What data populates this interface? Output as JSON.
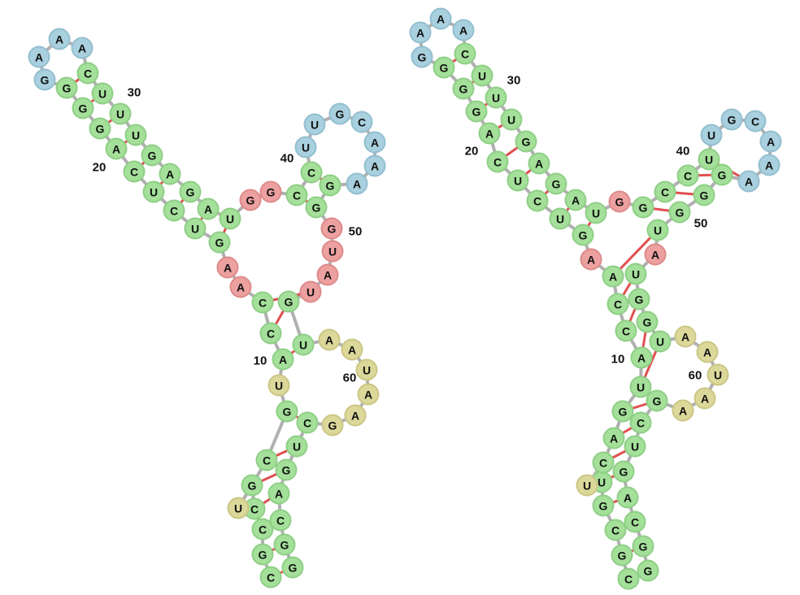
{
  "colors": {
    "stem": "#a4e09a",
    "stem_stroke": "#8fcf86",
    "hairpin": "#a9d0de",
    "hairpin_stroke": "#93bfd0",
    "multiloop": "#eda0a0",
    "multiloop_stroke": "#de8a8a",
    "interior": "#dcd89a",
    "interior_stroke": "#cbc685",
    "backbone": "#b0b0b0",
    "pair": "#e05050"
  },
  "structures": [
    {
      "name": "structure-left",
      "nucleotides": [
        {
          "i": 1,
          "b": "C",
          "t": "stem"
        },
        {
          "i": 2,
          "b": "G",
          "t": "stem"
        },
        {
          "i": 3,
          "b": "C",
          "t": "stem"
        },
        {
          "i": 4,
          "b": "C",
          "t": "stem"
        },
        {
          "i": 5,
          "b": "G",
          "t": "stem"
        },
        {
          "i": 6,
          "b": "U",
          "t": "interior"
        },
        {
          "i": 7,
          "b": "C",
          "t": "stem"
        },
        {
          "i": 8,
          "b": "G",
          "t": "stem"
        },
        {
          "i": 9,
          "b": "U",
          "t": "interior"
        },
        {
          "i": 10,
          "b": "A",
          "t": "stem"
        },
        {
          "i": 11,
          "b": "C",
          "t": "stem"
        },
        {
          "i": 12,
          "b": "C",
          "t": "stem"
        },
        {
          "i": 13,
          "b": "A",
          "t": "multiloop"
        },
        {
          "i": 14,
          "b": "A",
          "t": "multiloop"
        },
        {
          "i": 15,
          "b": "G",
          "t": "stem"
        },
        {
          "i": 16,
          "b": "U",
          "t": "stem"
        },
        {
          "i": 17,
          "b": "C",
          "t": "stem"
        },
        {
          "i": 18,
          "b": "U",
          "t": "stem"
        },
        {
          "i": 19,
          "b": "C",
          "t": "stem"
        },
        {
          "i": 20,
          "b": "A",
          "t": "stem"
        },
        {
          "i": 21,
          "b": "G",
          "t": "stem"
        },
        {
          "i": 22,
          "b": "G",
          "t": "stem"
        },
        {
          "i": 23,
          "b": "G",
          "t": "stem"
        },
        {
          "i": 24,
          "b": "G",
          "t": "hairpin"
        },
        {
          "i": 25,
          "b": "A",
          "t": "hairpin"
        },
        {
          "i": 26,
          "b": "A",
          "t": "hairpin"
        },
        {
          "i": 27,
          "b": "A",
          "t": "hairpin"
        },
        {
          "i": 28,
          "b": "C",
          "t": "stem"
        },
        {
          "i": 29,
          "b": "U",
          "t": "stem"
        },
        {
          "i": 30,
          "b": "U",
          "t": "stem"
        },
        {
          "i": 31,
          "b": "U",
          "t": "stem"
        },
        {
          "i": 32,
          "b": "G",
          "t": "stem"
        },
        {
          "i": 33,
          "b": "A",
          "t": "stem"
        },
        {
          "i": 34,
          "b": "G",
          "t": "stem"
        },
        {
          "i": 35,
          "b": "A",
          "t": "stem"
        },
        {
          "i": 36,
          "b": "U",
          "t": "stem"
        },
        {
          "i": 37,
          "b": "G",
          "t": "multiloop"
        },
        {
          "i": 38,
          "b": "G",
          "t": "multiloop"
        },
        {
          "i": 39,
          "b": "C",
          "t": "stem"
        },
        {
          "i": 40,
          "b": "C",
          "t": "stem"
        },
        {
          "i": 41,
          "b": "U",
          "t": "hairpin"
        },
        {
          "i": 42,
          "b": "U",
          "t": "hairpin"
        },
        {
          "i": 43,
          "b": "G",
          "t": "hairpin"
        },
        {
          "i": 44,
          "b": "C",
          "t": "hairpin"
        },
        {
          "i": 45,
          "b": "A",
          "t": "hairpin"
        },
        {
          "i": 46,
          "b": "A",
          "t": "hairpin"
        },
        {
          "i": 47,
          "b": "A",
          "t": "hairpin"
        },
        {
          "i": 48,
          "b": "G",
          "t": "stem"
        },
        {
          "i": 49,
          "b": "G",
          "t": "stem"
        },
        {
          "i": 50,
          "b": "G",
          "t": "multiloop"
        },
        {
          "i": 51,
          "b": "U",
          "t": "multiloop"
        },
        {
          "i": 52,
          "b": "A",
          "t": "multiloop"
        },
        {
          "i": 53,
          "b": "U",
          "t": "multiloop"
        },
        {
          "i": 54,
          "b": "G",
          "t": "stem"
        },
        {
          "i": 55,
          "b": "U",
          "t": "stem"
        },
        {
          "i": 56,
          "b": "A",
          "t": "interior"
        },
        {
          "i": 57,
          "b": "A",
          "t": "interior"
        },
        {
          "i": 58,
          "b": "U",
          "t": "interior"
        },
        {
          "i": 59,
          "b": "A",
          "t": "interior"
        },
        {
          "i": 60,
          "b": "A",
          "t": "interior"
        },
        {
          "i": 61,
          "b": "G",
          "t": "interior"
        },
        {
          "i": 62,
          "b": "C",
          "t": "stem"
        },
        {
          "i": 63,
          "b": "U",
          "t": "stem"
        },
        {
          "i": 64,
          "b": "G",
          "t": "stem"
        },
        {
          "i": 65,
          "b": "A",
          "t": "stem"
        },
        {
          "i": 66,
          "b": "C",
          "t": "stem"
        },
        {
          "i": 67,
          "b": "G",
          "t": "stem"
        },
        {
          "i": 68,
          "b": "G",
          "t": "stem"
        }
      ],
      "pairs": [
        [
          1,
          68
        ],
        [
          2,
          67
        ],
        [
          3,
          66
        ],
        [
          4,
          65
        ],
        [
          5,
          64
        ],
        [
          7,
          63
        ],
        [
          8,
          62
        ],
        [
          10,
          55
        ],
        [
          11,
          54
        ],
        [
          12,
          53
        ],
        [
          15,
          36
        ],
        [
          16,
          35
        ],
        [
          17,
          34
        ],
        [
          18,
          33
        ],
        [
          19,
          32
        ],
        [
          20,
          31
        ],
        [
          21,
          30
        ],
        [
          22,
          29
        ],
        [
          23,
          28
        ],
        [
          39,
          49
        ],
        [
          40,
          48
        ]
      ],
      "labels": [
        {
          "n": 10,
          "text": "10"
        },
        {
          "n": 20,
          "text": "20"
        },
        {
          "n": 30,
          "text": "30"
        },
        {
          "n": 40,
          "text": "40"
        },
        {
          "n": 50,
          "text": "50"
        },
        {
          "n": 60,
          "text": "60"
        }
      ]
    },
    {
      "name": "structure-right",
      "nucleotides": [
        {
          "i": 1,
          "b": "C",
          "t": "stem"
        },
        {
          "i": 2,
          "b": "G",
          "t": "stem"
        },
        {
          "i": 3,
          "b": "C",
          "t": "stem"
        },
        {
          "i": 4,
          "b": "G",
          "t": "stem"
        },
        {
          "i": 5,
          "b": "U",
          "t": "stem"
        },
        {
          "i": 6,
          "b": "U",
          "t": "interior"
        },
        {
          "i": 7,
          "b": "C",
          "t": "stem"
        },
        {
          "i": 8,
          "b": "A",
          "t": "stem"
        },
        {
          "i": 9,
          "b": "G",
          "t": "stem"
        },
        {
          "i": 10,
          "b": "U",
          "t": "stem"
        },
        {
          "i": 11,
          "b": "A",
          "t": "stem"
        },
        {
          "i": 12,
          "b": "C",
          "t": "stem"
        },
        {
          "i": 13,
          "b": "C",
          "t": "stem"
        },
        {
          "i": 14,
          "b": "A",
          "t": "stem"
        },
        {
          "i": 15,
          "b": "A",
          "t": "multiloop"
        },
        {
          "i": 16,
          "b": "G",
          "t": "stem"
        },
        {
          "i": 17,
          "b": "U",
          "t": "stem"
        },
        {
          "i": 18,
          "b": "C",
          "t": "stem"
        },
        {
          "i": 19,
          "b": "U",
          "t": "stem"
        },
        {
          "i": 20,
          "b": "C",
          "t": "stem"
        },
        {
          "i": 21,
          "b": "A",
          "t": "stem"
        },
        {
          "i": 22,
          "b": "G",
          "t": "stem"
        },
        {
          "i": 23,
          "b": "G",
          "t": "stem"
        },
        {
          "i": 24,
          "b": "G",
          "t": "stem"
        },
        {
          "i": 25,
          "b": "G",
          "t": "hairpin"
        },
        {
          "i": 26,
          "b": "A",
          "t": "hairpin"
        },
        {
          "i": 27,
          "b": "A",
          "t": "hairpin"
        },
        {
          "i": 28,
          "b": "A",
          "t": "hairpin"
        },
        {
          "i": 29,
          "b": "C",
          "t": "stem"
        },
        {
          "i": 30,
          "b": "U",
          "t": "stem"
        },
        {
          "i": 31,
          "b": "U",
          "t": "stem"
        },
        {
          "i": 32,
          "b": "U",
          "t": "stem"
        },
        {
          "i": 33,
          "b": "G",
          "t": "stem"
        },
        {
          "i": 34,
          "b": "A",
          "t": "stem"
        },
        {
          "i": 35,
          "b": "G",
          "t": "stem"
        },
        {
          "i": 36,
          "b": "A",
          "t": "stem"
        },
        {
          "i": 37,
          "b": "U",
          "t": "stem"
        },
        {
          "i": 38,
          "b": "G",
          "t": "multiloop"
        },
        {
          "i": 39,
          "b": "G",
          "t": "stem"
        },
        {
          "i": 40,
          "b": "C",
          "t": "stem"
        },
        {
          "i": 41,
          "b": "C",
          "t": "stem"
        },
        {
          "i": 42,
          "b": "U",
          "t": "stem"
        },
        {
          "i": 43,
          "b": "U",
          "t": "hairpin"
        },
        {
          "i": 44,
          "b": "G",
          "t": "hairpin"
        },
        {
          "i": 45,
          "b": "C",
          "t": "hairpin"
        },
        {
          "i": 46,
          "b": "A",
          "t": "hairpin"
        },
        {
          "i": 47,
          "b": "A",
          "t": "hairpin"
        },
        {
          "i": 48,
          "b": "A",
          "t": "hairpin"
        },
        {
          "i": 49,
          "b": "G",
          "t": "stem"
        },
        {
          "i": 50,
          "b": "G",
          "t": "stem"
        },
        {
          "i": 51,
          "b": "G",
          "t": "stem"
        },
        {
          "i": 52,
          "b": "U",
          "t": "stem"
        },
        {
          "i": 53,
          "b": "A",
          "t": "multiloop"
        },
        {
          "i": 54,
          "b": "U",
          "t": "stem"
        },
        {
          "i": 55,
          "b": "G",
          "t": "stem"
        },
        {
          "i": 56,
          "b": "G",
          "t": "stem"
        },
        {
          "i": 57,
          "b": "U",
          "t": "stem"
        },
        {
          "i": 58,
          "b": "A",
          "t": "interior"
        },
        {
          "i": 59,
          "b": "A",
          "t": "interior"
        },
        {
          "i": 60,
          "b": "U",
          "t": "interior"
        },
        {
          "i": 61,
          "b": "A",
          "t": "interior"
        },
        {
          "i": 62,
          "b": "A",
          "t": "interior"
        },
        {
          "i": 63,
          "b": "G",
          "t": "stem"
        },
        {
          "i": 64,
          "b": "C",
          "t": "stem"
        },
        {
          "i": 65,
          "b": "U",
          "t": "stem"
        },
        {
          "i": 66,
          "b": "G",
          "t": "stem"
        },
        {
          "i": 67,
          "b": "A",
          "t": "stem"
        },
        {
          "i": 68,
          "b": "C",
          "t": "stem"
        },
        {
          "i": 69,
          "b": "G",
          "t": "stem"
        },
        {
          "i": 70,
          "b": "G",
          "t": "stem"
        }
      ],
      "pairs": [
        [
          1,
          70
        ],
        [
          2,
          69
        ],
        [
          3,
          68
        ],
        [
          4,
          67
        ],
        [
          5,
          66
        ],
        [
          7,
          65
        ],
        [
          8,
          64
        ],
        [
          9,
          63
        ],
        [
          10,
          57
        ],
        [
          11,
          56
        ],
        [
          12,
          55
        ],
        [
          13,
          54
        ],
        [
          14,
          52
        ],
        [
          16,
          37
        ],
        [
          17,
          36
        ],
        [
          18,
          35
        ],
        [
          19,
          34
        ],
        [
          20,
          33
        ],
        [
          21,
          32
        ],
        [
          22,
          31
        ],
        [
          23,
          30
        ],
        [
          24,
          29
        ],
        [
          39,
          51
        ],
        [
          40,
          50
        ],
        [
          41,
          49
        ],
        [
          42,
          48
        ]
      ],
      "labels": [
        {
          "n": 10,
          "text": "10"
        },
        {
          "n": 20,
          "text": "20"
        },
        {
          "n": 30,
          "text": "30"
        },
        {
          "n": 40,
          "text": "40"
        },
        {
          "n": 50,
          "text": "50"
        },
        {
          "n": 60,
          "text": "60"
        }
      ]
    }
  ]
}
